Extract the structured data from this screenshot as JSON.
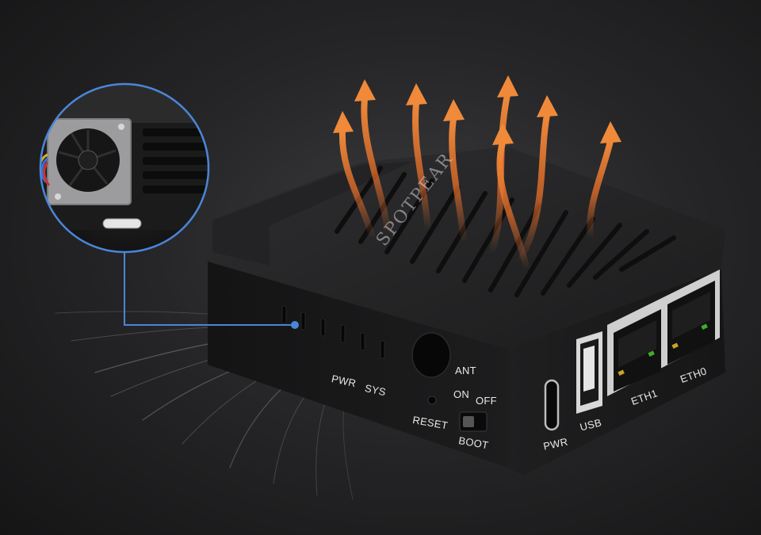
{
  "watermark": "SPOTPEAR",
  "labels": {
    "pwr_led": "PWR",
    "sys_led": "SYS",
    "ant": "ANT",
    "on": "ON",
    "off": "OFF",
    "reset": "RESET",
    "boot": "BOOT",
    "pwr_port": "PWR",
    "usb": "USB",
    "eth1": "ETH1",
    "eth0": "ETH0"
  },
  "colors": {
    "callout": "#4a86d8",
    "heat_arrow": "#e8702a",
    "enclosure": "#1b1b1c",
    "led_green": "#3fae2a"
  },
  "icons": [
    "cooling-fan-icon",
    "heat-flow-arrow-icon",
    "airflow-intake-icon"
  ]
}
